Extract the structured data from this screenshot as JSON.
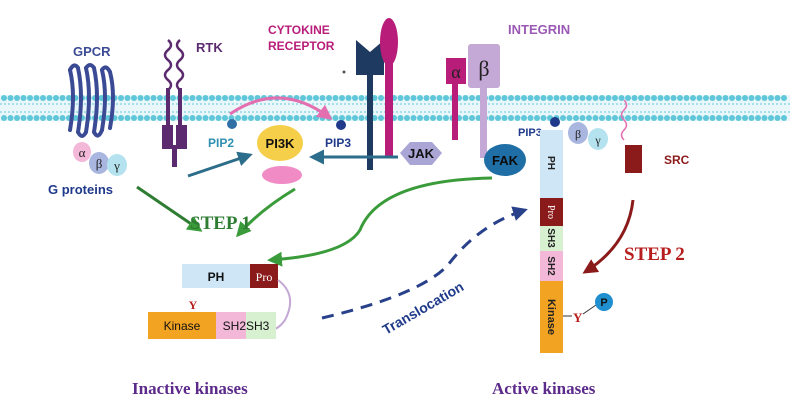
{
  "receptors": {
    "gpcr": "GPCR",
    "rtk": "RTK",
    "cytokine_line1": "CYTOKINE",
    "cytokine_line2": "RECEPTOR",
    "integrin": "INTEGRIN",
    "integrin_alpha": "α",
    "integrin_beta": "β"
  },
  "g_proteins": {
    "alpha": "α",
    "beta": "β",
    "gamma": "γ",
    "label": "G proteins"
  },
  "lipids": {
    "pip2": "PIP2",
    "pip3_left": "PIP3",
    "pip3_right": "PIP3"
  },
  "enzymes": {
    "pi3k": "PI3K",
    "jak": "JAK",
    "fak": "FAK",
    "src": "SRC"
  },
  "right_g": {
    "beta": "β",
    "gamma": "γ"
  },
  "steps": {
    "step1": "STEP 1",
    "step2": "STEP 2"
  },
  "inactive_kinase": {
    "ph": "PH",
    "pro": "Pro",
    "y": "Y",
    "kinase": "Kinase",
    "sh2sh3": "SH2SH3"
  },
  "active_kinase": {
    "ph": "PH",
    "pro": "Pro",
    "sh3": "SH3",
    "sh2": "SH2",
    "kinase": "Kinase",
    "y": "Y",
    "p": "P"
  },
  "translocation": "Translocation",
  "footer": {
    "inactive": "Inactive kinases",
    "active": "Active kinases"
  },
  "colors": {
    "membrane": "#5fc7d9",
    "purple": "#5c2a6e",
    "magenta": "#b81d79",
    "navy": "#1f3a60",
    "blue_gray": "#8a92c6",
    "orange": "#f2a321",
    "maroon": "#8b1a1a",
    "green": "#3a9b3a",
    "light_blue": "#cfe6f7"
  }
}
